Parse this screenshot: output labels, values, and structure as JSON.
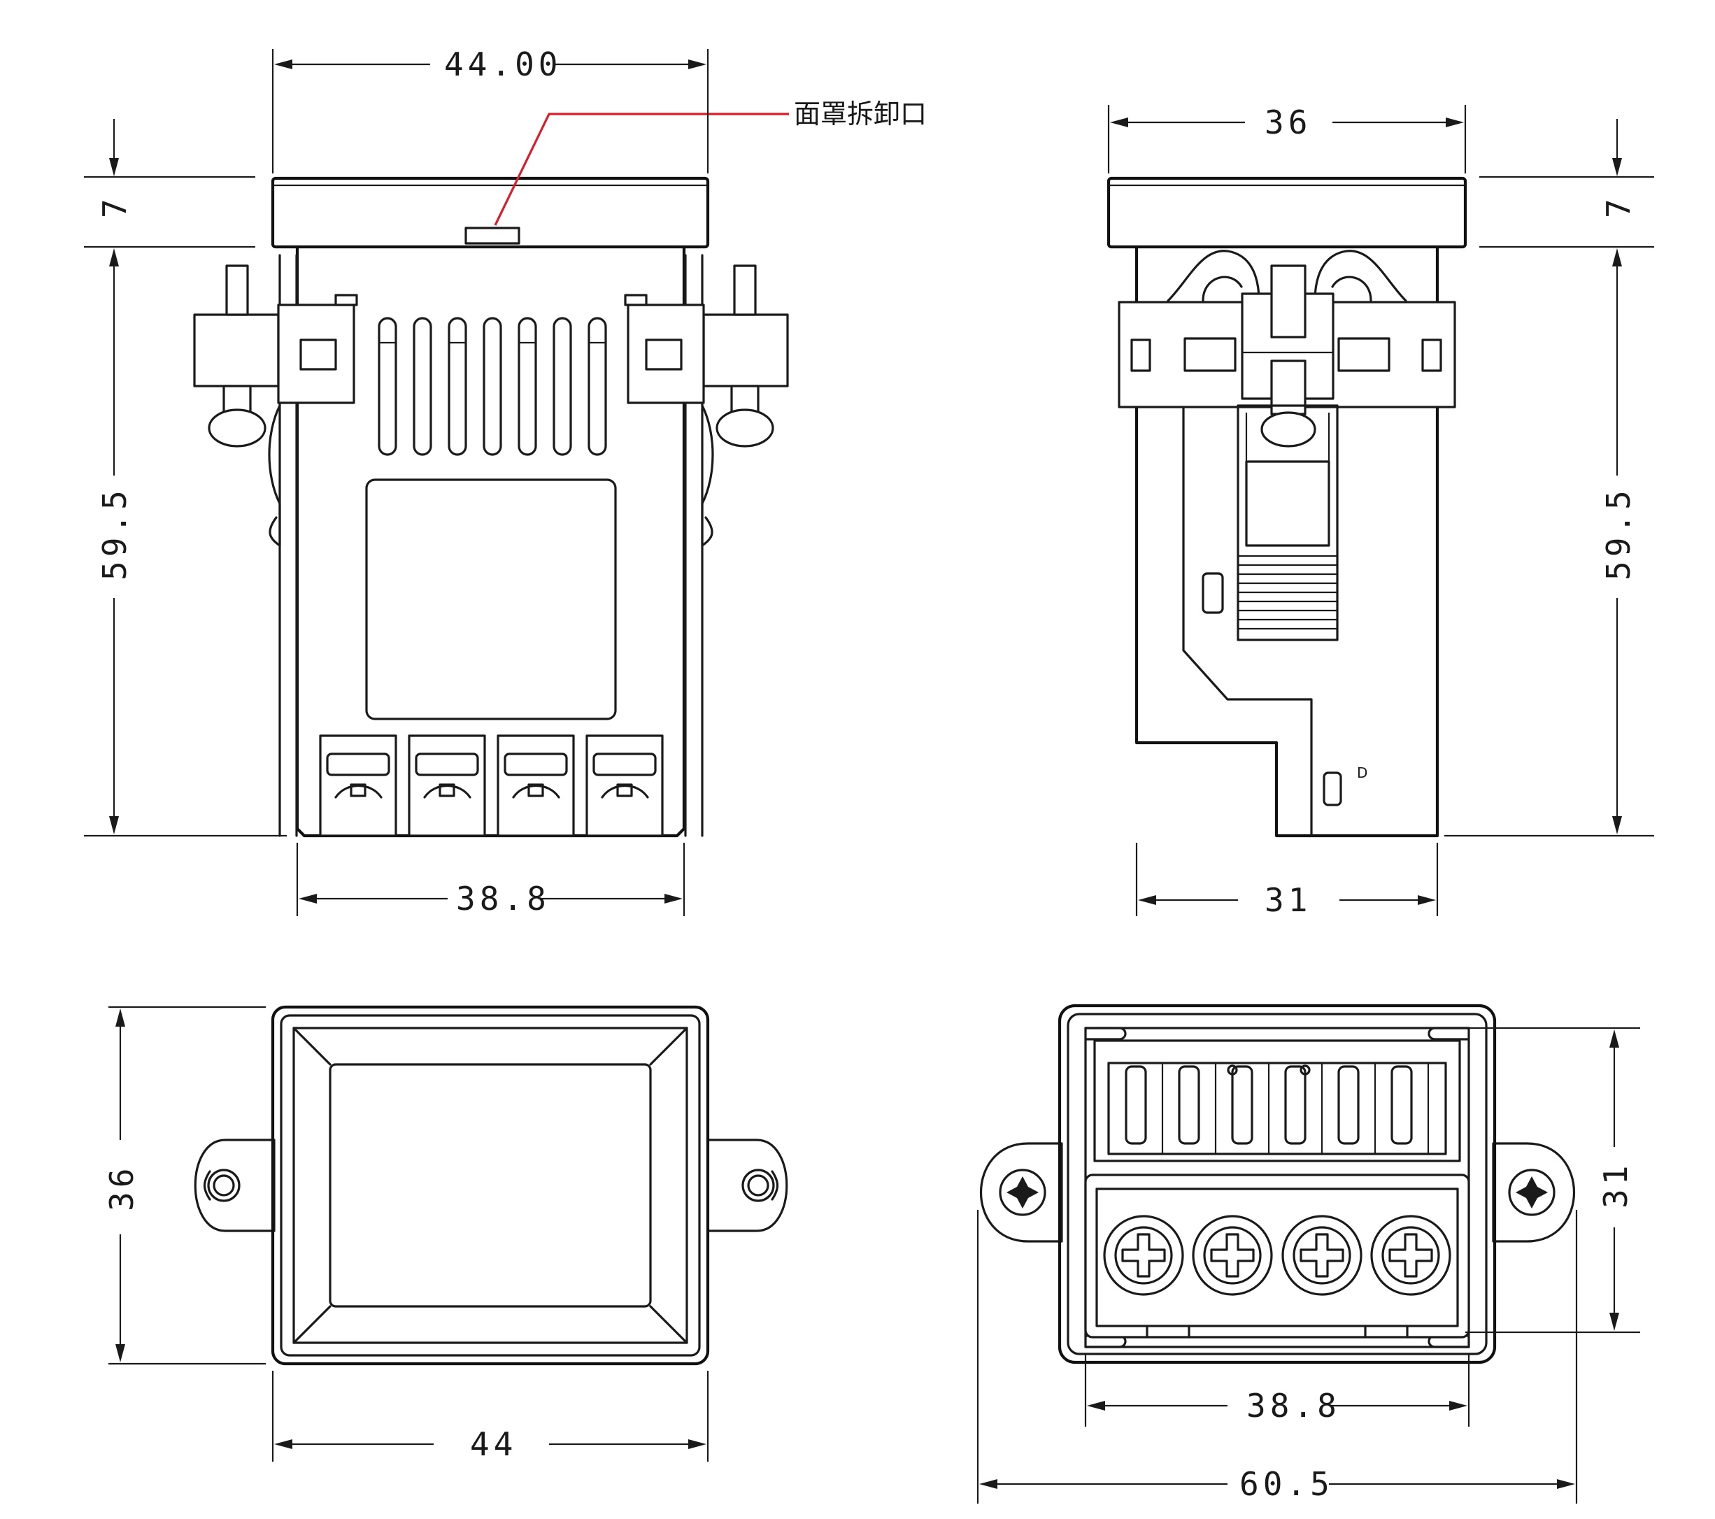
{
  "front_view": {
    "dim_width_top": "44.00",
    "dim_bezel_height": "7",
    "dim_body_height": "59.5",
    "dim_width_bottom": "38.8",
    "callout_note": "面罩拆卸口"
  },
  "side_view": {
    "dim_width_top": "36",
    "dim_bezel_height": "7",
    "dim_body_height": "59.5",
    "dim_width_bottom": "31",
    "small_mark": "D"
  },
  "face_view": {
    "dim_height": "36",
    "dim_width": "44"
  },
  "rear_view": {
    "dim_height": "31",
    "dim_inner_width": "38.8",
    "dim_overall_width": "60.5"
  },
  "colors": {
    "line": "#1a1a1a",
    "callout_leader": "#d81e2a",
    "background": "#ffffff"
  }
}
